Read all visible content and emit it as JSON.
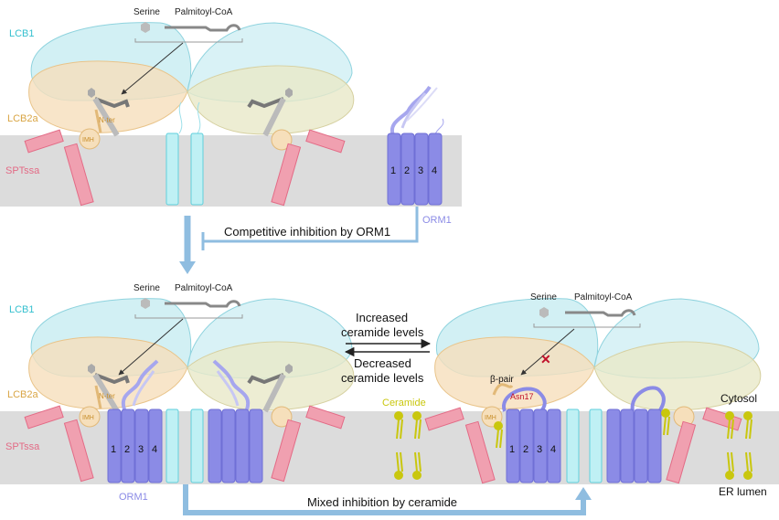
{
  "colors": {
    "lcb1": "#35c0cf",
    "lcb2a": "#e6b86a",
    "sptssa": "#e36b86",
    "orm1": "#8b8be6",
    "ceramide": "#c9c70e",
    "membrane": "#dcdcdc",
    "arrow": "#8fbde0",
    "substrate": "#8a8a8a"
  },
  "top": {
    "serine": "Serine",
    "palmitoyl_coa": "Palmitoyl-CoA",
    "lcb1": "LCB1",
    "lcb2a": "LCB2a",
    "sptssa": "SPTssa",
    "nter": "N-ter",
    "imh": "IMH",
    "orm1": "ORM1",
    "tm": [
      "1",
      "2",
      "3",
      "4"
    ]
  },
  "competitive": "Competitive inhibition by ORM1",
  "bottom_left": {
    "serine": "Serine",
    "palmitoyl_coa": "Palmitoyl-CoA",
    "lcb1": "LCB1",
    "lcb2a": "LCB2a",
    "sptssa": "SPTssa",
    "nter": "N-ter",
    "imh": "IMH",
    "orm1": "ORM1",
    "tm": [
      "1",
      "2",
      "3",
      "4"
    ]
  },
  "increased": [
    "Increased",
    "ceramide levels"
  ],
  "decreased": [
    "Decreased",
    "ceramide levels"
  ],
  "bottom_right": {
    "serine": "Serine",
    "palmitoyl_coa": "Palmitoyl-CoA",
    "beta_pair": "β-pair",
    "asn17": "Asn17",
    "ceramide": "Ceramide",
    "imh": "IMH",
    "tm": [
      "1",
      "2",
      "3",
      "4"
    ],
    "cytosol": "Cytosol",
    "er_lumen": "ER lumen"
  },
  "mixed": "Mixed inhibition by ceramide"
}
